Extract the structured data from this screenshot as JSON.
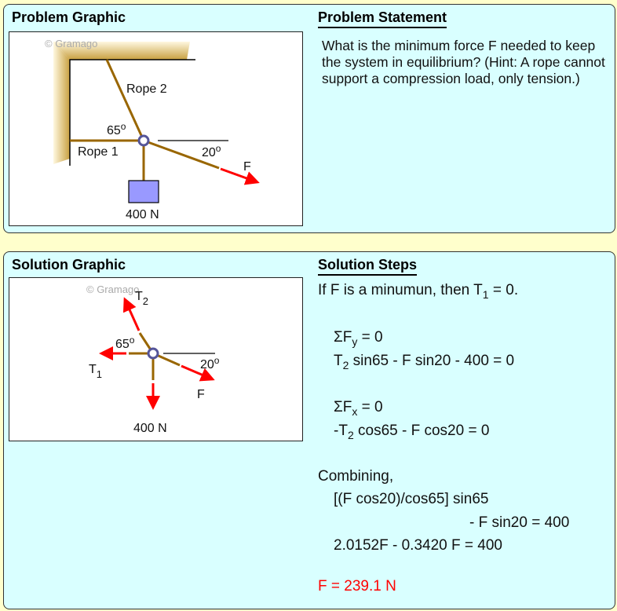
{
  "problem": {
    "graphic_title": "Problem Graphic",
    "statement_title": "Problem Statement",
    "statement": "What is the minimum force F needed to keep the system in equilibrium? (Hint: A rope cannot support a compression load, only tension.)",
    "labels": {
      "watermark": "© Gramago",
      "rope2": "Rope 2",
      "rope1": "Rope 1",
      "angle65": "65",
      "angle20": "20",
      "deg": "o",
      "force": "F",
      "weight": "400 N"
    }
  },
  "solution": {
    "graphic_title": "Solution Graphic",
    "steps_title": "Solution Steps",
    "labels": {
      "watermark": "© Gramago",
      "t": "T",
      "t2_sub": "2",
      "t1_sub": "1",
      "angle65": "65",
      "angle20": "20",
      "deg": "o",
      "force": "F",
      "weight": "400 N"
    },
    "steps": {
      "l1a": "If F is a minumun, then T",
      "l1s": "1",
      "l1b": " = 0.",
      "l2a": "ΣF",
      "l2s": "y",
      "l2b": " = 0",
      "l3a": "T",
      "l3s": "2",
      "l3b": " sin65 - F sin20 - 400 = 0",
      "l4a": "ΣF",
      "l4s": "x",
      "l4b": " = 0",
      "l5a": "-T",
      "l5s": "2",
      "l5b": " cos65 - F cos20 = 0",
      "l6": "Combining,",
      "l7": "[(F cos20)/cos65] sin65",
      "l8": "- F sin20 = 400",
      "l9": "2.0152F - 0.3420 F = 400",
      "answer": "F = 239.1 N"
    }
  },
  "colors": {
    "background": "#FFFFCC",
    "panel": "#D9FFFF",
    "rope": "#996600",
    "force": "#FF0000",
    "block": "#9999FF",
    "answer": "#FF0000"
  }
}
